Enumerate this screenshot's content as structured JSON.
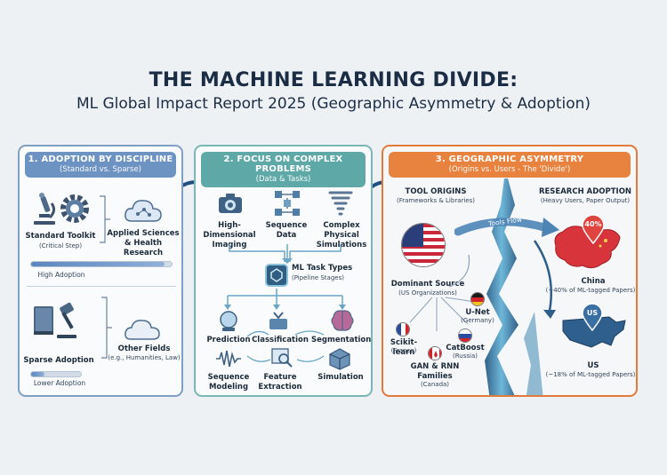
{
  "title": "THE MACHINE LEARNING DIVIDE:",
  "subtitle": "ML Global Impact Report 2025 (Geographic Asymmetry & Adoption)",
  "panel1": {
    "heading": "1. ADOPTION BY DISCIPLINE",
    "subheading": "(Standard vs. Sparse)",
    "standard_label": "Standard Toolkit",
    "standard_note": "(Critical Step)",
    "applied_label": "Applied Sciences & Health Research",
    "high_adoption": "High Adoption",
    "high_adoption_level": 0.95,
    "sparse_label": "Sparse Adoption",
    "other_label": "Other Fields",
    "other_note": "(e.g., Humanities, Law)",
    "low_adoption": "Lower Adoption",
    "low_adoption_level": 0.12
  },
  "panel2": {
    "heading": "2. FOCUS ON COMPLEX PROBLEMS",
    "subheading": "(Data & Tasks)",
    "inputs": [
      "High-Dimensional Imaging",
      "Sequence Data",
      "Complex Physical Simulations"
    ],
    "hub_label": "ML Task Types",
    "hub_note": "(Pipeline Stages)",
    "tasks": [
      "Prediction",
      "Classification",
      "Segmentation",
      "Sequence Modeling",
      "Feature Extraction",
      "Simulation"
    ]
  },
  "panel3": {
    "heading": "3. GEOGRAPHIC ASYMMETRY",
    "subheading": "(Origins vs. Users - The 'Divide')",
    "origins_title": "TOOL ORIGINS",
    "origins_note": "(Frameworks & Libraries)",
    "adoption_title": "RESEARCH ADOPTION",
    "adoption_note": "(Heavy Users, Paper Output)",
    "flow_label": "Tools Flow",
    "dominant_label": "Dominant Source",
    "dominant_note": "(US Organizations)",
    "unet_label": "U-Net",
    "unet_note": "(Germany)",
    "sklearn_label": "Scikit-learn",
    "sklearn_note": "(France)",
    "catboost_label": "CatBoost",
    "catboost_note": "(Russia)",
    "gan_label": "GAN & RNN Families",
    "gan_note": "(Canada)",
    "china_pin": "40%",
    "china_label": "China",
    "china_note": "(~40% of ML-tagged Papers)",
    "us_pin": "US",
    "us_label": "US",
    "us_note": "(~18% of ML-tagged Papers)"
  },
  "colors": {
    "panel1": "#6d93c2",
    "panel2": "#5ea9a8",
    "panel3": "#e8833f",
    "title": "#1a2d45"
  }
}
